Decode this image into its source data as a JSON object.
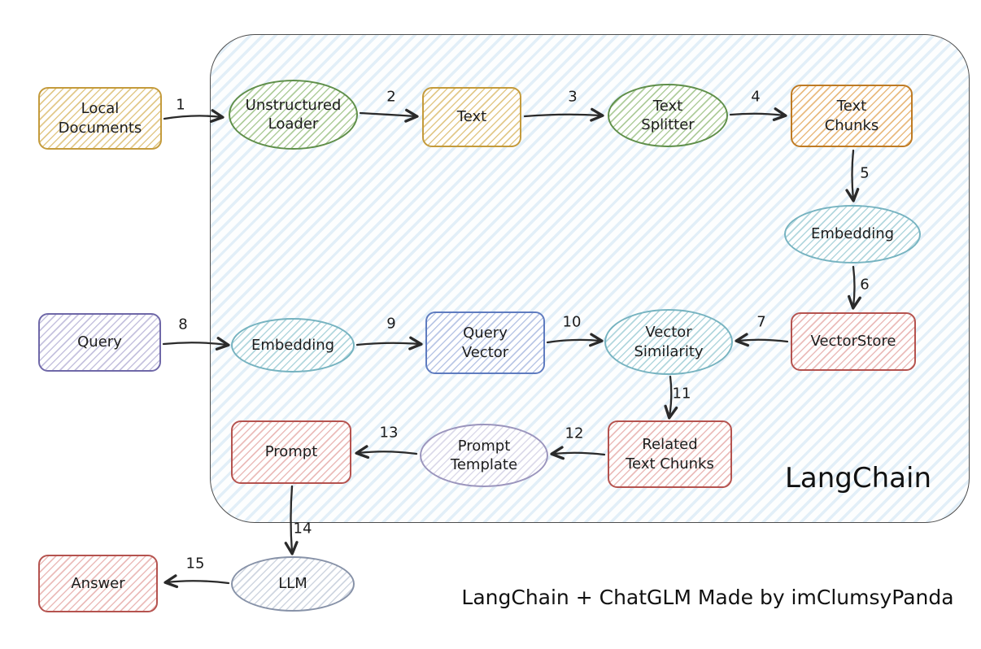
{
  "diagram": {
    "type": "flowchart",
    "container_label": "LangChain",
    "caption": "LangChain + ChatGLM Made by imClumsyPanda",
    "colors": {
      "yellow_border": "#c49b3c",
      "green_border": "#5f8f4a",
      "orange_border": "#bf7b24",
      "teal_border": "#76b3c0",
      "red_border": "#b5534f",
      "purple_border": "#6f68a8",
      "blue_border": "#5f7cc0",
      "lavender_border": "#9b95bd",
      "slate_border": "#8792a8",
      "container_border": "#4d4d4d",
      "container_fill": "#e8f2fa",
      "arrow": "#2a2a2a"
    },
    "nodes": [
      {
        "id": "local-documents",
        "label": "Local\nDocuments",
        "shape": "rect",
        "color": "yellow"
      },
      {
        "id": "unstructured-loader",
        "label": "Unstructured\nLoader",
        "shape": "ellipse",
        "color": "green"
      },
      {
        "id": "text",
        "label": "Text",
        "shape": "rect",
        "color": "yellow"
      },
      {
        "id": "text-splitter",
        "label": "Text\nSplitter",
        "shape": "ellipse",
        "color": "green"
      },
      {
        "id": "text-chunks",
        "label": "Text\nChunks",
        "shape": "rect",
        "color": "orange"
      },
      {
        "id": "embedding-docs",
        "label": "Embedding",
        "shape": "ellipse",
        "color": "teal"
      },
      {
        "id": "vectorstore",
        "label": "VectorStore",
        "shape": "rect",
        "color": "red"
      },
      {
        "id": "query",
        "label": "Query",
        "shape": "rect",
        "color": "purple"
      },
      {
        "id": "embedding-query",
        "label": "Embedding",
        "shape": "ellipse",
        "color": "teal"
      },
      {
        "id": "query-vector",
        "label": "Query\nVector",
        "shape": "rect",
        "color": "blue"
      },
      {
        "id": "vector-similarity",
        "label": "Vector\nSimilarity",
        "shape": "ellipse",
        "color": "teal"
      },
      {
        "id": "related-text-chunks",
        "label": "Related\nText Chunks",
        "shape": "rect",
        "color": "red"
      },
      {
        "id": "prompt-template",
        "label": "Prompt\nTemplate",
        "shape": "ellipse",
        "color": "lavender"
      },
      {
        "id": "prompt",
        "label": "Prompt",
        "shape": "rect",
        "color": "red"
      },
      {
        "id": "llm",
        "label": "LLM",
        "shape": "ellipse",
        "color": "slate"
      },
      {
        "id": "answer",
        "label": "Answer",
        "shape": "rect",
        "color": "red"
      }
    ],
    "edges": [
      {
        "label": "1",
        "from": "local-documents",
        "to": "unstructured-loader"
      },
      {
        "label": "2",
        "from": "unstructured-loader",
        "to": "text"
      },
      {
        "label": "3",
        "from": "text",
        "to": "text-splitter"
      },
      {
        "label": "4",
        "from": "text-splitter",
        "to": "text-chunks"
      },
      {
        "label": "5",
        "from": "text-chunks",
        "to": "embedding-docs"
      },
      {
        "label": "6",
        "from": "embedding-docs",
        "to": "vectorstore"
      },
      {
        "label": "7",
        "from": "vectorstore",
        "to": "vector-similarity"
      },
      {
        "label": "8",
        "from": "query",
        "to": "embedding-query"
      },
      {
        "label": "9",
        "from": "embedding-query",
        "to": "query-vector"
      },
      {
        "label": "10",
        "from": "query-vector",
        "to": "vector-similarity"
      },
      {
        "label": "11",
        "from": "vector-similarity",
        "to": "related-text-chunks"
      },
      {
        "label": "12",
        "from": "related-text-chunks",
        "to": "prompt-template"
      },
      {
        "label": "13",
        "from": "prompt-template",
        "to": "prompt"
      },
      {
        "label": "14",
        "from": "prompt",
        "to": "llm"
      },
      {
        "label": "15",
        "from": "llm",
        "to": "answer"
      }
    ]
  }
}
